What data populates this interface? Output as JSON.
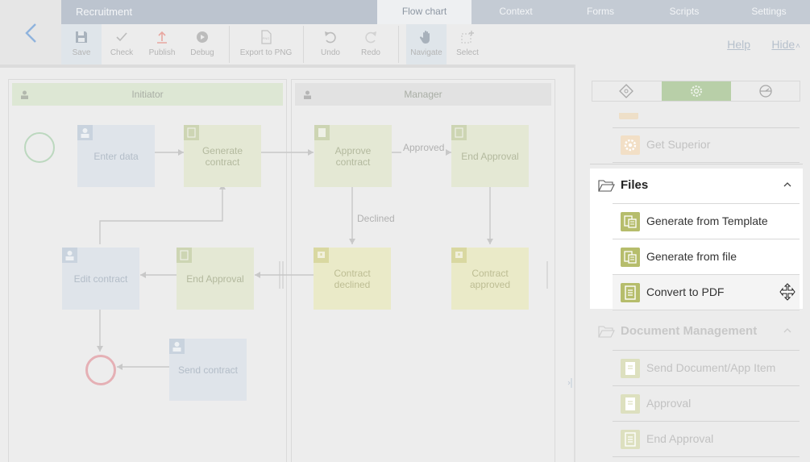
{
  "window": {
    "title": "Recruitment"
  },
  "tabs": [
    {
      "label": "Flow chart",
      "active": true
    },
    {
      "label": "Context",
      "active": false
    },
    {
      "label": "Forms",
      "active": false
    },
    {
      "label": "Scripts",
      "active": false
    },
    {
      "label": "Settings",
      "active": false
    }
  ],
  "toolbar": {
    "save": "Save",
    "check": "Check",
    "publish": "Publish",
    "debug": "Debug",
    "export": "Export to PNG",
    "undo": "Undo",
    "redo": "Redo",
    "navigate": "Navigate",
    "select": "Select",
    "help": "Help",
    "hide": "Hide"
  },
  "lanes": {
    "initiator": "Initiator",
    "manager": "Manager"
  },
  "nodes": {
    "enter_data": "Enter data",
    "generate_contract": "Generate contract",
    "approve_contract": "Approve contract",
    "end_approval_top": "End Approval",
    "edit_contract": "Edit contract",
    "end_approval_mid": "End Approval",
    "contract_declined": "Contract declined",
    "contract_approved": "Contract approved",
    "send_contract": "Send contract"
  },
  "flow_labels": {
    "approved": "Approved",
    "declined": "Declined"
  },
  "panel": {
    "above_items": [
      {
        "label": "Get Superior",
        "icon": "gear-icon"
      }
    ],
    "files_group": {
      "label": "Files",
      "items": [
        {
          "label": "Generate from Template",
          "icon": "document-template-icon"
        },
        {
          "label": "Generate from file",
          "icon": "document-template-icon"
        },
        {
          "label": "Convert to PDF",
          "icon": "document-icon"
        }
      ]
    },
    "doc_group": {
      "label": "Document Management",
      "items": [
        {
          "label": "Send Document/App Item",
          "icon": "document-icon"
        },
        {
          "label": "Approval",
          "icon": "document-icon"
        },
        {
          "label": "End Approval",
          "icon": "document-icon"
        }
      ]
    }
  },
  "colors": {
    "accent_green": "#b6bd6c",
    "tab_active": "#b8cfa8",
    "title_bar": "#bcc4cf"
  }
}
